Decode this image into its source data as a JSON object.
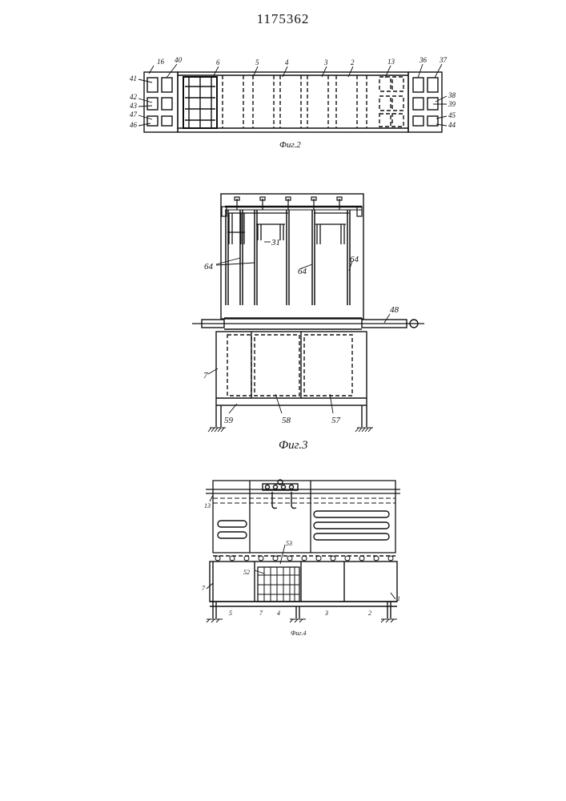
{
  "document": {
    "number": "1175362"
  },
  "fig2": {
    "caption": "Фиг.2",
    "labels": [
      "16",
      "40",
      "41",
      "42",
      "43",
      "47",
      "46",
      "6",
      "5",
      "4",
      "3",
      "2",
      "13",
      "36",
      "37",
      "38",
      "39",
      "45",
      "44"
    ]
  },
  "fig3": {
    "caption": "Фиг.3",
    "labels": [
      "31",
      "64",
      "64",
      "64",
      "48",
      "7",
      "59",
      "58",
      "57"
    ]
  },
  "fig4": {
    "caption": "Фиг.4",
    "labels": [
      "13",
      "53",
      "52",
      "7",
      "5",
      "7",
      "4",
      "3",
      "2",
      "1"
    ]
  }
}
